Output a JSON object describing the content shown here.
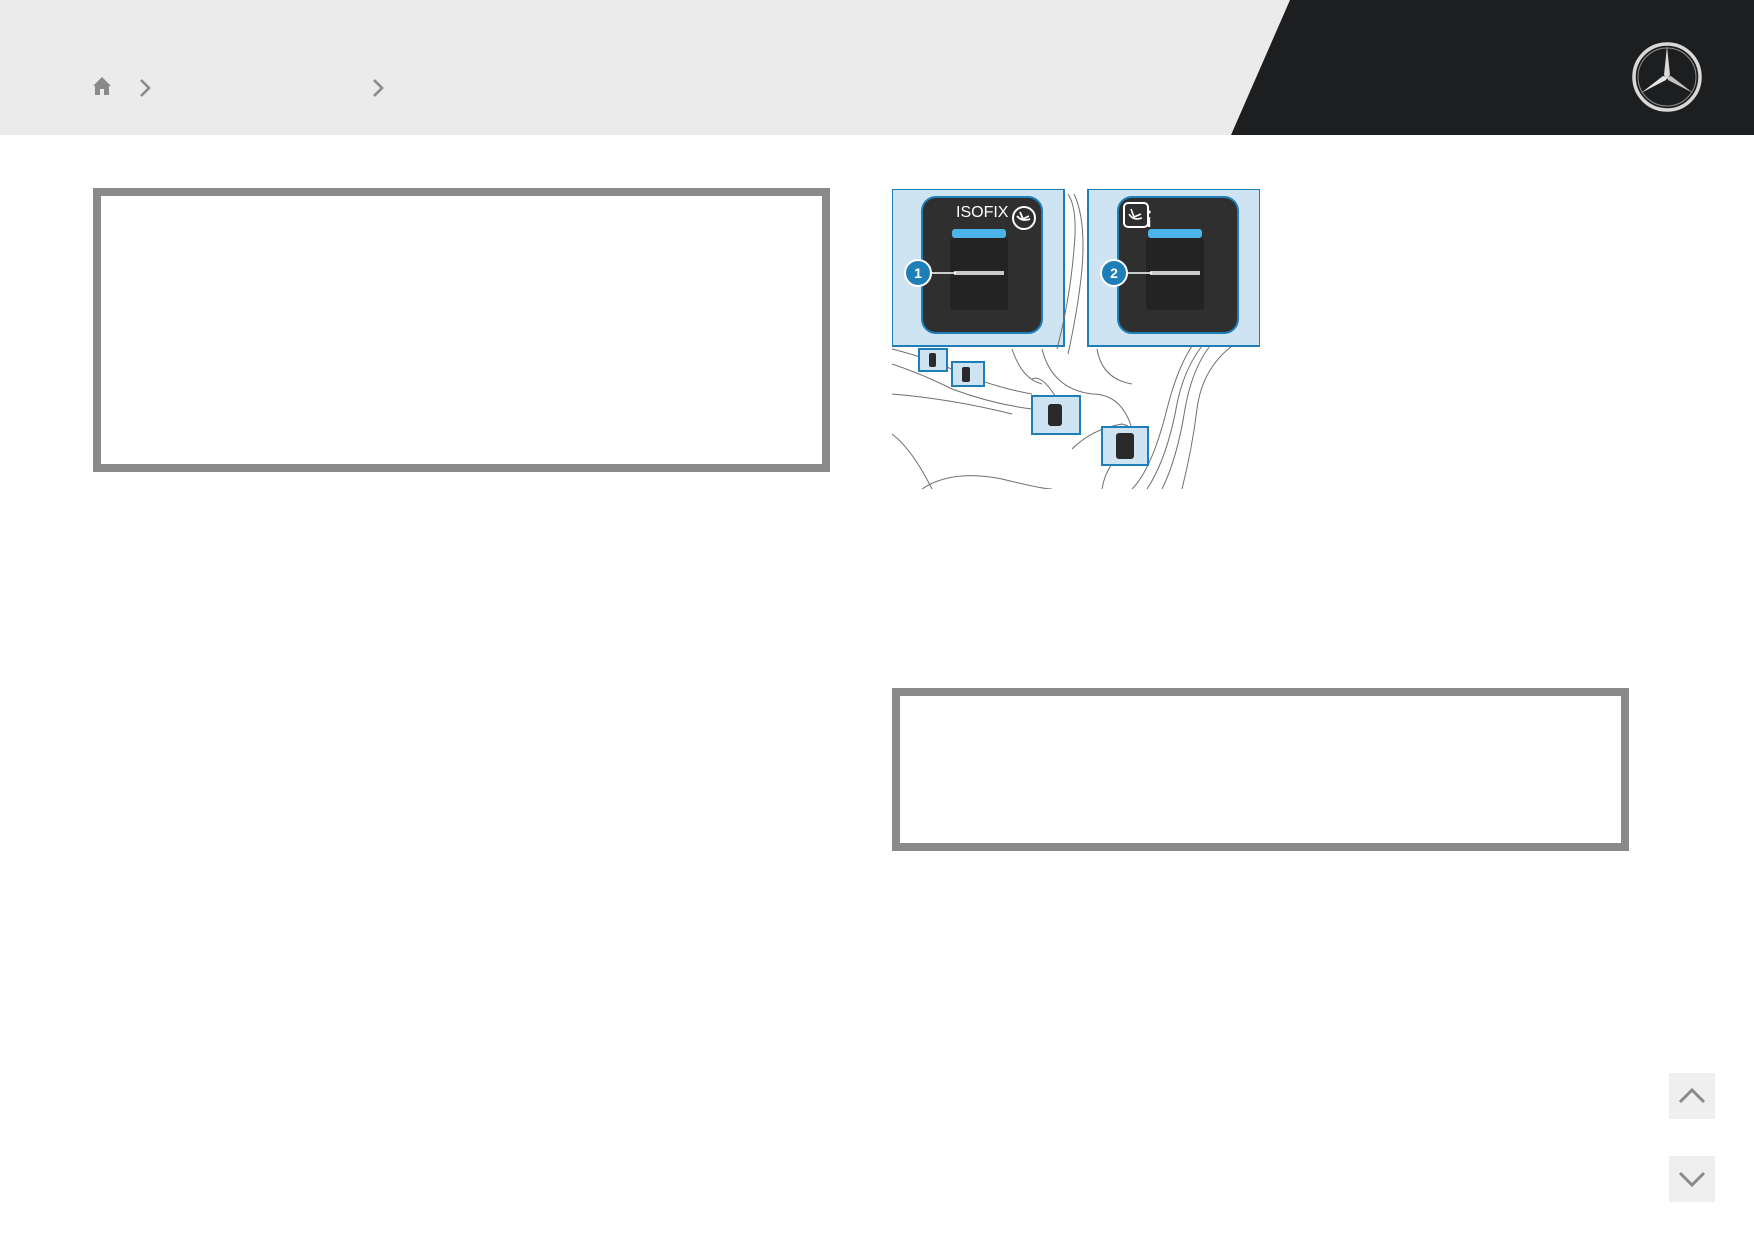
{
  "header": {
    "breadcrumb": [
      {
        "icon": "home-icon"
      },
      {
        "icon": "chevron-right-icon"
      },
      {
        "icon": "chevron-right-icon"
      }
    ],
    "logo": "mercedes-star-logo"
  },
  "illustration": {
    "label": "ISOFIX",
    "callouts": [
      "1",
      "2"
    ],
    "icons": [
      "child-seat-icon",
      "child-seat-info-icon"
    ]
  },
  "navigation": {
    "up_icon": "chevron-up-icon",
    "down_icon": "chevron-down-icon"
  },
  "colors": {
    "header_bg": "#ebebeb",
    "header_dark": "#1d1e20",
    "frame_gray": "#8a8a8a",
    "accent_blue": "#1e7fb8",
    "panel_blue": "#cfe4f2"
  }
}
